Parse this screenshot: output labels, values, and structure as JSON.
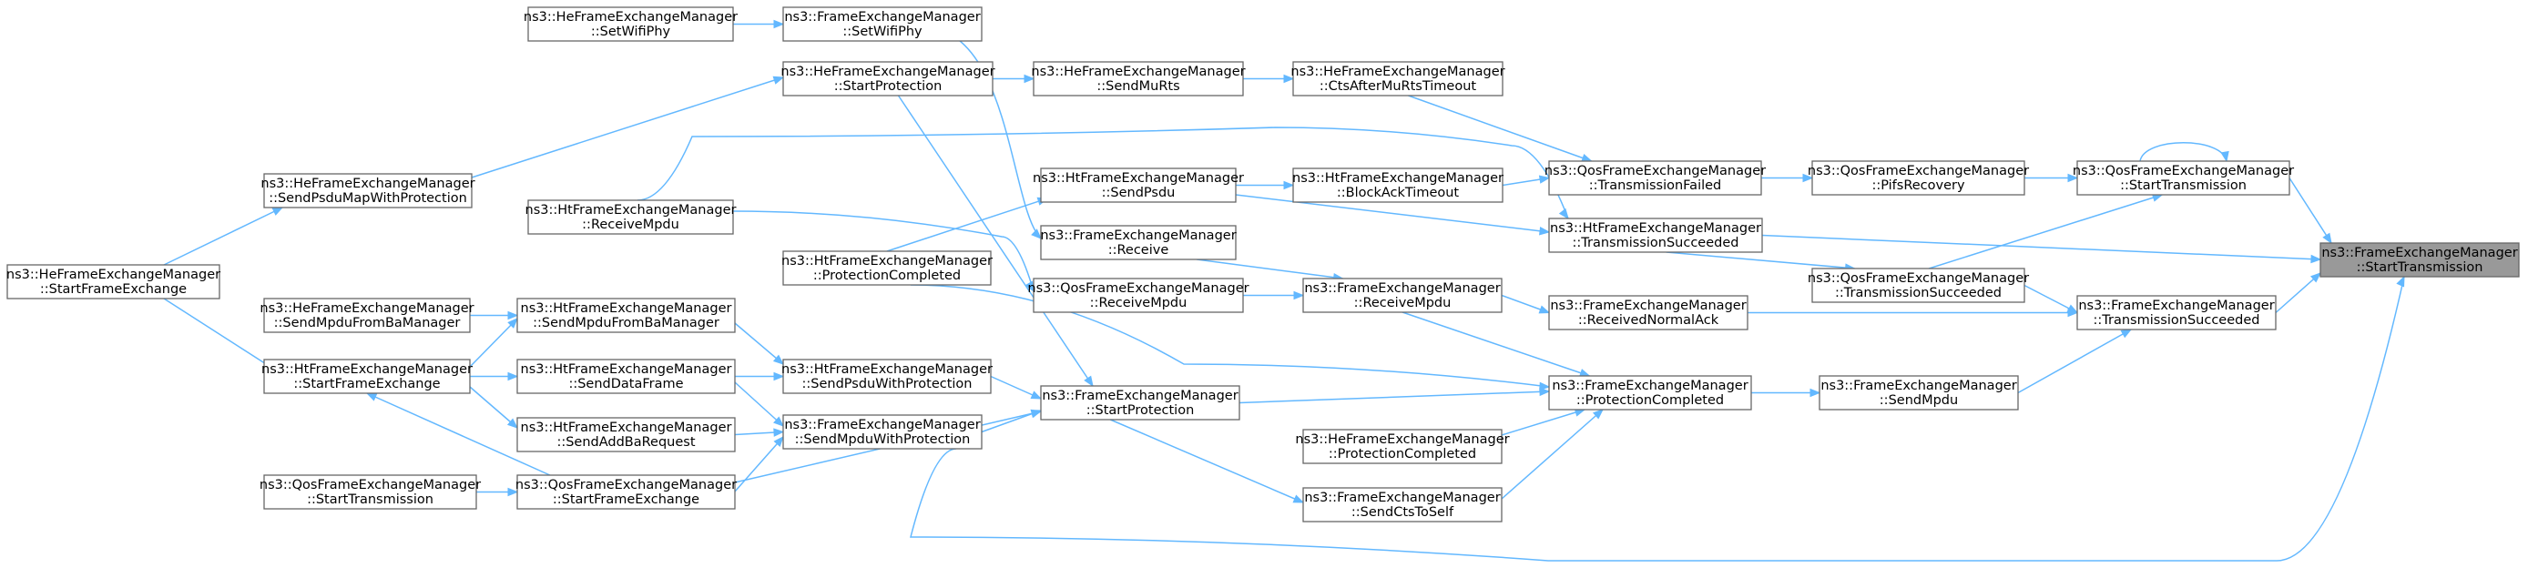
{
  "diagram": {
    "type": "call-graph",
    "edge_color": "#63b8ff",
    "node_border_color": "#666666",
    "root_fill_color": "#999999",
    "nodes": [
      {
        "id": "root",
        "line1": "ns3::FrameExchangeManager",
        "line2": "::StartTransmission",
        "root": true
      },
      {
        "id": "qfem_starttx",
        "line1": "ns3::QosFrameExchangeManager",
        "line2": "::StartTransmission"
      },
      {
        "id": "fem_txsucc",
        "line1": "ns3::FrameExchangeManager",
        "line2": "::TransmissionSucceeded"
      },
      {
        "id": "htfem_txsucc",
        "line1": "ns3::HtFrameExchangeManager",
        "line2": "::TransmissionSucceeded"
      },
      {
        "id": "qfem_pifs",
        "line1": "ns3::QosFrameExchangeManager",
        "line2": "::PifsRecovery"
      },
      {
        "id": "qfem_txsucc",
        "line1": "ns3::QosFrameExchangeManager",
        "line2": "::TransmissionSucceeded"
      },
      {
        "id": "fem_sendmpdu",
        "line1": "ns3::FrameExchangeManager",
        "line2": "::SendMpdu"
      },
      {
        "id": "qfem_txfail",
        "line1": "ns3::QosFrameExchangeManager",
        "line2": "::TransmissionFailed"
      },
      {
        "id": "hefem_ctsafter",
        "line1": "ns3::HeFrameExchangeManager",
        "line2": "::CtsAfterMuRtsTimeout"
      },
      {
        "id": "htfem_blockack",
        "line1": "ns3::HtFrameExchangeManager",
        "line2": "::BlockAckTimeout"
      },
      {
        "id": "fem_recvnormalack",
        "line1": "ns3::FrameExchangeManager",
        "line2": "::ReceivedNormalAck"
      },
      {
        "id": "fem_protcompleted",
        "line1": "ns3::FrameExchangeManager",
        "line2": "::ProtectionCompleted"
      },
      {
        "id": "hefem_protcompleted",
        "line1": "ns3::HeFrameExchangeManager",
        "line2": "::ProtectionCompleted"
      },
      {
        "id": "fem_sendcts",
        "line1": "ns3::FrameExchangeManager",
        "line2": "::SendCtsToSelf"
      },
      {
        "id": "hefem_sendmurts",
        "line1": "ns3::HeFrameExchangeManager",
        "line2": "::SendMuRts"
      },
      {
        "id": "htfem_sendpsdu",
        "line1": "ns3::HtFrameExchangeManager",
        "line2": "::SendPsdu"
      },
      {
        "id": "fem_receive",
        "line1": "ns3::FrameExchangeManager",
        "line2": "::Receive"
      },
      {
        "id": "qfem_recvmpdu",
        "line1": "ns3::QosFrameExchangeManager",
        "line2": "::ReceiveMpdu"
      },
      {
        "id": "fem_recvmpdu",
        "line1": "ns3::FrameExchangeManager",
        "line2": "::ReceiveMpdu"
      },
      {
        "id": "fem_startprot",
        "line1": "ns3::FrameExchangeManager",
        "line2": "::StartProtection"
      },
      {
        "id": "fem_setwifiphy",
        "line1": "ns3::FrameExchangeManager",
        "line2": "::SetWifiPhy"
      },
      {
        "id": "hefem_startprot",
        "line1": "ns3::HeFrameExchangeManager",
        "line2": "::StartProtection"
      },
      {
        "id": "htfem_protcompleted",
        "line1": "ns3::HtFrameExchangeManager",
        "line2": "::ProtectionCompleted"
      },
      {
        "id": "htfem_sendpsduwp",
        "line1": "ns3::HtFrameExchangeManager",
        "line2": "::SendPsduWithProtection"
      },
      {
        "id": "fem_sendmpduwp",
        "line1": "ns3::FrameExchangeManager",
        "line2": "::SendMpduWithProtection"
      },
      {
        "id": "hefem_setwifiphy",
        "line1": "ns3::HeFrameExchangeManager",
        "line2": "::SetWifiPhy"
      },
      {
        "id": "htfem_recvmpdu",
        "line1": "ns3::HtFrameExchangeManager",
        "line2": "::ReceiveMpdu"
      },
      {
        "id": "htfem_sendmpdufromba",
        "line1": "ns3::HtFrameExchangeManager",
        "line2": "::SendMpduFromBaManager"
      },
      {
        "id": "htfem_senddata",
        "line1": "ns3::HtFrameExchangeManager",
        "line2": "::SendDataFrame"
      },
      {
        "id": "htfem_sendaddba",
        "line1": "ns3::HtFrameExchangeManager",
        "line2": "::SendAddBaRequest"
      },
      {
        "id": "qfem_startfe",
        "line1": "ns3::QosFrameExchangeManager",
        "line2": "::StartFrameExchange"
      },
      {
        "id": "hefem_sendpsdumap",
        "line1": "ns3::HeFrameExchangeManager",
        "line2": "::SendPsduMapWithProtection"
      },
      {
        "id": "hefem_sendmpdufromba",
        "line1": "ns3::HeFrameExchangeManager",
        "line2": "::SendMpduFromBaManager"
      },
      {
        "id": "htfem_startfe",
        "line1": "ns3::HtFrameExchangeManager",
        "line2": "::StartFrameExchange"
      },
      {
        "id": "qfem_starttx2",
        "line1": "ns3::QosFrameExchangeManager",
        "line2": "::StartTransmission"
      },
      {
        "id": "hefem_startfe",
        "line1": "ns3::HeFrameExchangeManager",
        "line2": "::StartFrameExchange"
      }
    ]
  }
}
